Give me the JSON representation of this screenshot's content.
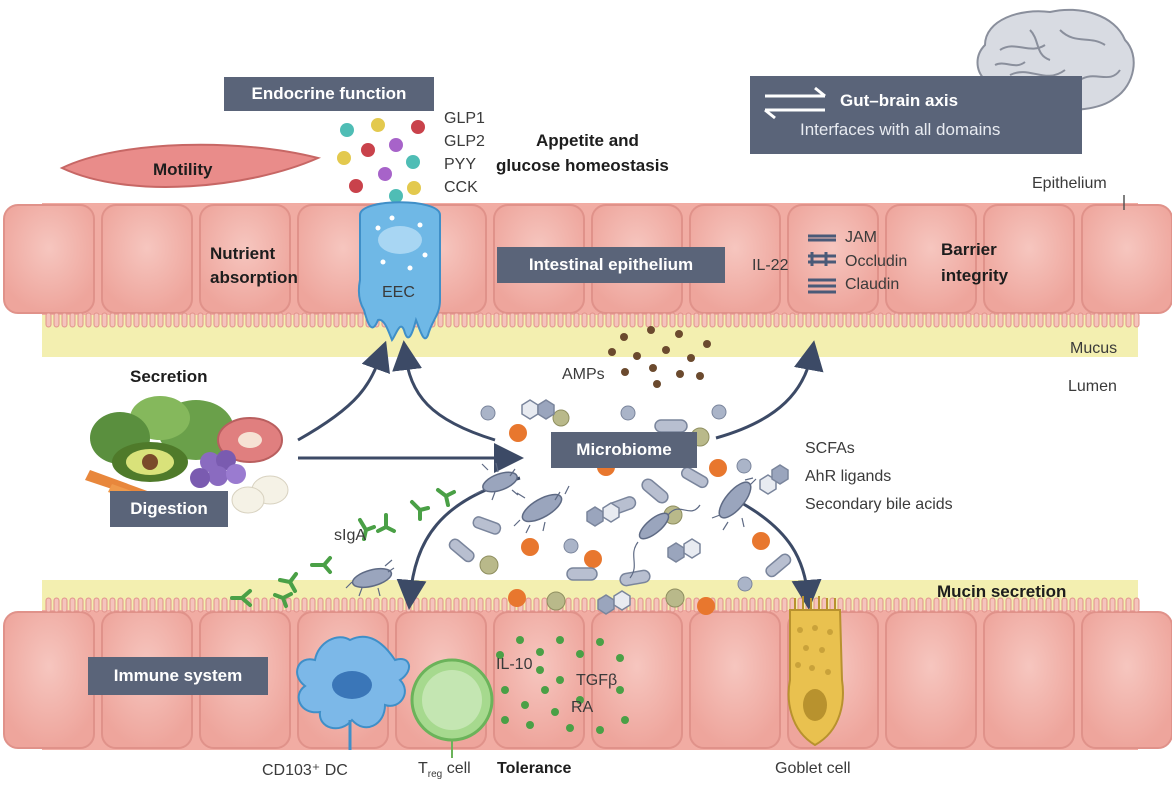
{
  "labels": {
    "endocrine_function": "Endocrine function",
    "glp1": "GLP1",
    "glp2": "GLP2",
    "pyy": "PYY",
    "cck": "CCK",
    "appetite": "Appetite and",
    "glucose": "glucose homeostasis",
    "gut_brain_axis": "Gut–brain axis",
    "interfaces": "Interfaces with all domains",
    "motility": "Motility",
    "epithelium": "Epithelium",
    "nutrient": "Nutrient",
    "absorption": "absorption",
    "eec": "EEC",
    "intestinal_epithelium": "Intestinal epithelium",
    "il22": "IL-22",
    "jam": "JAM",
    "occludin": "Occludin",
    "claudin": "Claudin",
    "barrier": "Barrier",
    "integrity": "integrity",
    "mucus": "Mucus",
    "lumen": "Lumen",
    "secretion": "Secretion",
    "amps": "AMPs",
    "microbiome": "Microbiome",
    "scfas": "SCFAs",
    "ahr": "AhR ligands",
    "bile": "Secondary bile acids",
    "digestion": "Digestion",
    "siga": "sIgA",
    "mucin_secretion": "Mucin secretion",
    "immune_system": "Immune system",
    "il10": "IL-10",
    "tgfb": "TGFβ",
    "ra": "RA",
    "cd103dc": "CD103⁺ DC",
    "treg_t": "T",
    "treg_sub": "reg",
    "treg_cell": "cell",
    "tolerance": "Tolerance",
    "goblet_cell": "Goblet cell"
  },
  "colors": {
    "cell_fill": "#f3b8b0",
    "cell_stroke": "#e0928a",
    "mucus": "#f3efb0",
    "label_box": "#5a6479",
    "arrow": "#3c4a66",
    "eec": "#6fb8e6",
    "goblet": "#e9c14f",
    "treg": "#a6d98e",
    "dc": "#7cb8e8",
    "siga": "#4aa046"
  }
}
